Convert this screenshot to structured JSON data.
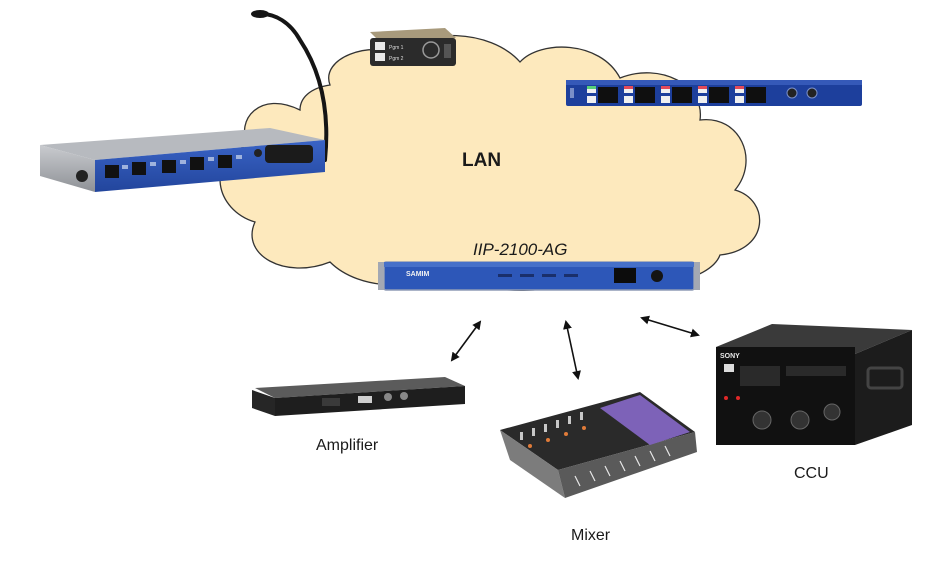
{
  "network": {
    "label": "LAN",
    "cloud_color": "#fde9bd",
    "cloud_stroke": "#333333"
  },
  "hub": {
    "label": "IIP-2100-AG",
    "brand": "SAMIM",
    "body_color": "#2d57b8"
  },
  "devices": {
    "amplifier": {
      "label": "Amplifier"
    },
    "mixer": {
      "label": "Mixer"
    },
    "ccu": {
      "label": "CCU",
      "brand": "SONY"
    }
  },
  "panels": {
    "desk_station": {
      "accent": "#2a4fb0"
    },
    "beltpack": {
      "line1": "Pgm 1",
      "line2": "Pgm 2"
    },
    "rack_panel": {
      "accent": "#1d3f9c"
    }
  },
  "connectors": [
    "hub-amplifier",
    "hub-mixer",
    "hub-ccu"
  ]
}
